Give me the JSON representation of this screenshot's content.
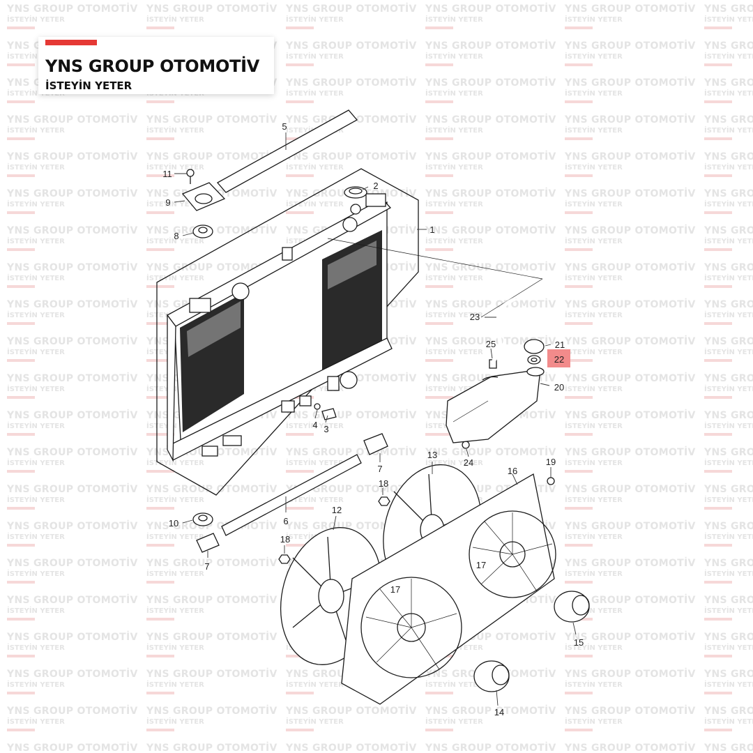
{
  "brand": {
    "name": "YNS GROUP OTOMOTİV",
    "tagline": "İSTEYİN YETER",
    "accent_color": "#e53935"
  },
  "watermark": {
    "brand": "YNS GROUP OTOMOTİV",
    "tagline": "İSTEYİN YETER"
  },
  "diagram": {
    "highlight_color": "#f28b8b",
    "highlighted_part": "22",
    "parts": [
      {
        "id": "p1",
        "number": "1"
      },
      {
        "id": "p2",
        "number": "2"
      },
      {
        "id": "p3",
        "number": "3"
      },
      {
        "id": "p4",
        "number": "4"
      },
      {
        "id": "p5",
        "number": "5"
      },
      {
        "id": "p6",
        "number": "6"
      },
      {
        "id": "p7a",
        "number": "7"
      },
      {
        "id": "p7b",
        "number": "7"
      },
      {
        "id": "p8",
        "number": "8"
      },
      {
        "id": "p9",
        "number": "9"
      },
      {
        "id": "p10",
        "number": "10"
      },
      {
        "id": "p11",
        "number": "11"
      },
      {
        "id": "p12",
        "number": "12"
      },
      {
        "id": "p13",
        "number": "13"
      },
      {
        "id": "p14",
        "number": "14"
      },
      {
        "id": "p15",
        "number": "15"
      },
      {
        "id": "p16",
        "number": "16"
      },
      {
        "id": "p17a",
        "number": "17"
      },
      {
        "id": "p17b",
        "number": "17"
      },
      {
        "id": "p18a",
        "number": "18"
      },
      {
        "id": "p18b",
        "number": "18"
      },
      {
        "id": "p19",
        "number": "19"
      },
      {
        "id": "p20",
        "number": "20"
      },
      {
        "id": "p21",
        "number": "21"
      },
      {
        "id": "p22",
        "number": "22"
      },
      {
        "id": "p23",
        "number": "23"
      },
      {
        "id": "p24",
        "number": "24"
      },
      {
        "id": "p25",
        "number": "25"
      }
    ]
  }
}
